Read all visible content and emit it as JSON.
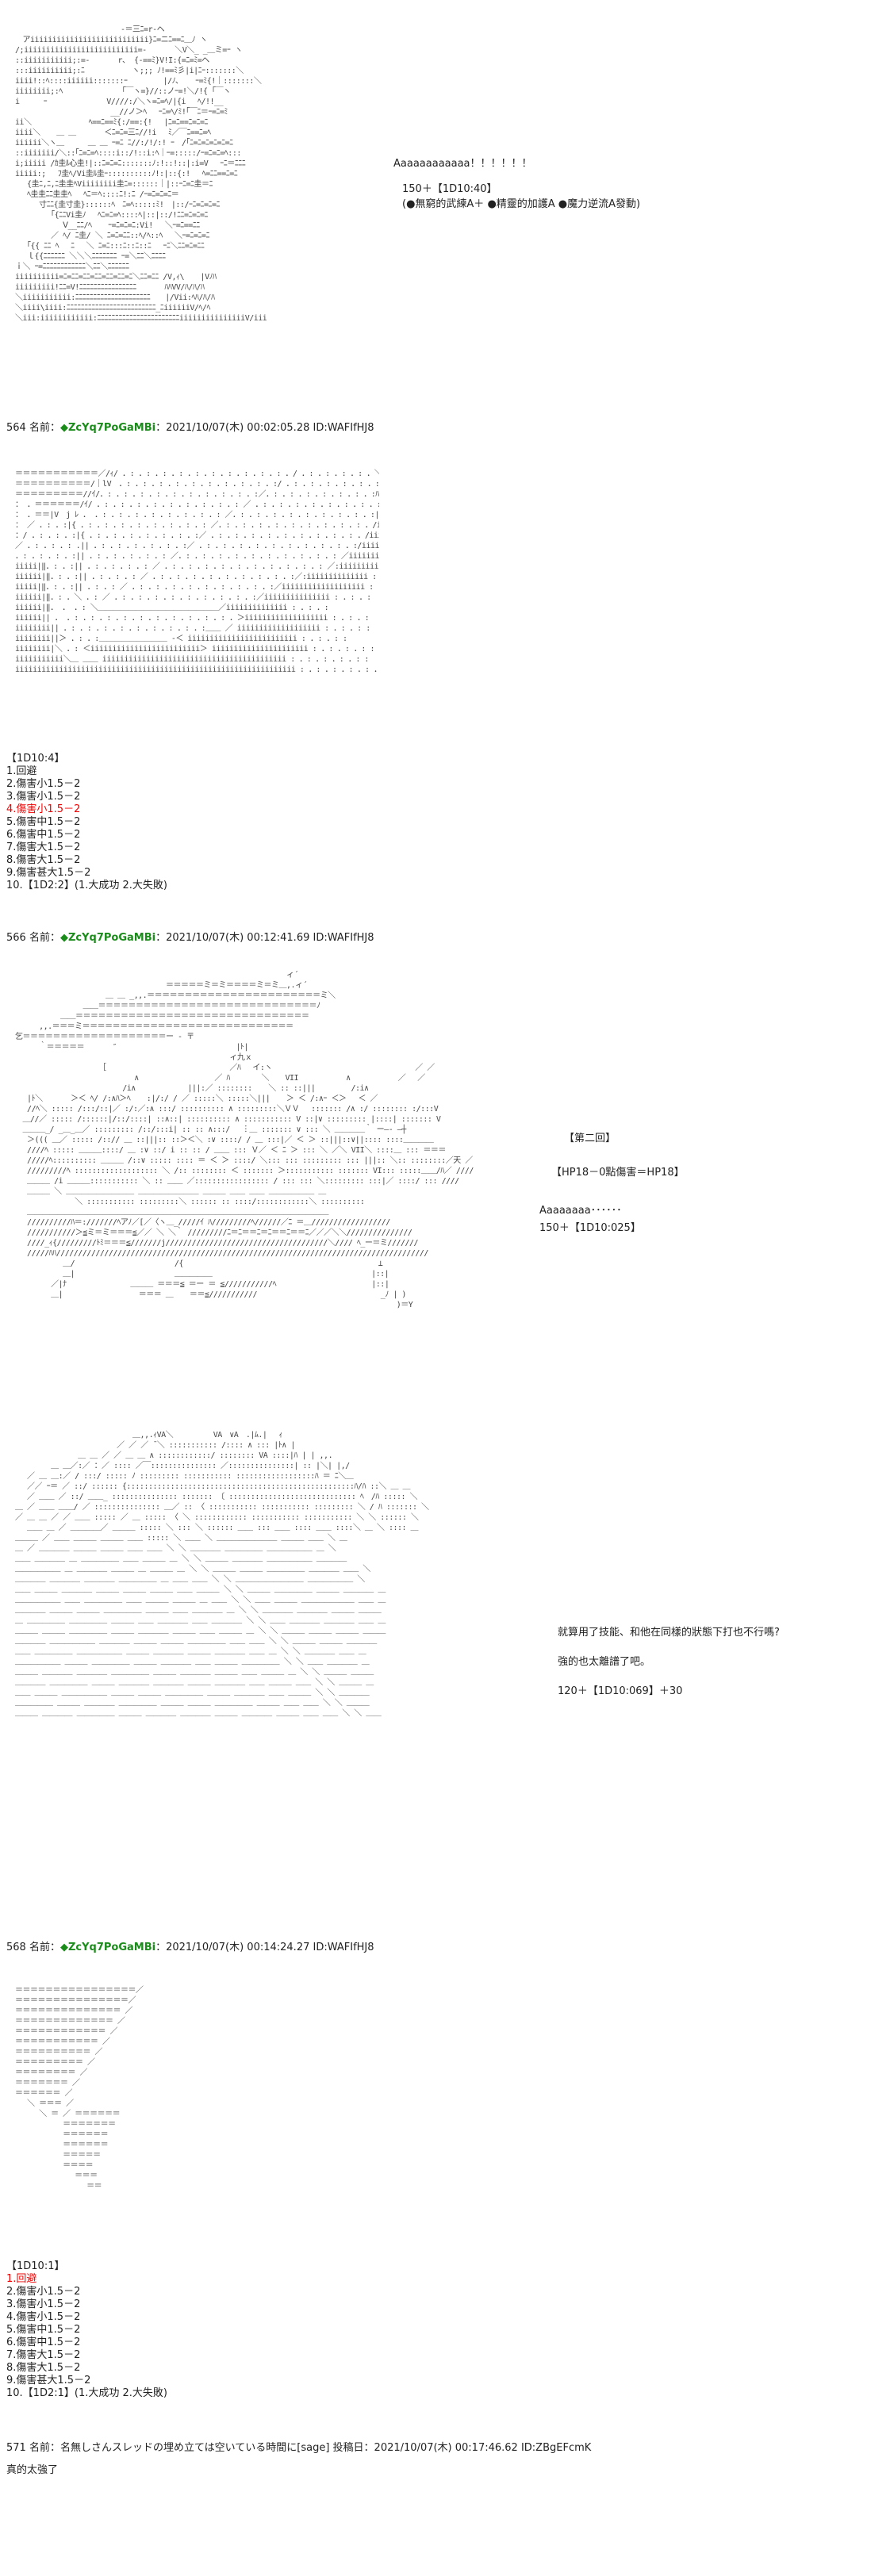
{
  "section1": {
    "lines": [
      "Aaaaaaaaaaaa！！！！！！",
      "150＋【1D10:40】",
      "(●無窮的武練A＋ ●精靈的加護A ●魔力逆流A發動)"
    ]
  },
  "post564": {
    "num": "564",
    "name_label": "名前：",
    "trip": "◆ZcYq7PoGaMBi",
    "date": "：2021/10/07(木) 00:02:05.28",
    "id": "ID:WAFIfHJ8"
  },
  "dice1": {
    "title": "【1D10:4】",
    "items": [
      "1.回避",
      "2.傷害小1.5－2",
      "3.傷害小1.5－2",
      "4.傷害小1.5－2",
      "5.傷害中1.5－2",
      "6.傷害中1.5－2",
      "7.傷害大1.5－2",
      "8.傷害大1.5－2",
      "9.傷害甚大1.5－2",
      "10.【1D2:2】(1.大成功 2.大失敗)"
    ],
    "highlight_index": 3
  },
  "post566": {
    "num": "566",
    "name_label": "名前：",
    "trip": "◆ZcYq7PoGaMBi",
    "date": "：2021/10/07(木) 00:12:41.69",
    "id": "ID:WAFIfHJ8"
  },
  "section2": {
    "lines": [
      "【第二回】",
      "【HP18－0點傷害＝HP18】",
      "Aaaaaaaa･･････",
      "150＋【1D10:025】"
    ]
  },
  "section3": {
    "lines": [
      "就算用了技能、和他在同樣的狀態下打也不行嗎?",
      "強的也太離譜了吧。",
      "120＋【1D10:069】＋30"
    ]
  },
  "post568": {
    "num": "568",
    "name_label": "名前：",
    "trip": "◆ZcYq7PoGaMBi",
    "date": "：2021/10/07(木) 00:14:24.27",
    "id": "ID:WAFIfHJ8"
  },
  "dice2": {
    "title": "【1D10:1】",
    "items": [
      "1.回避",
      "2.傷害小1.5－2",
      "3.傷害小1.5－2",
      "4.傷害小1.5－2",
      "5.傷害中1.5－2",
      "6.傷害中1.5－2",
      "7.傷害大1.5－2",
      "8.傷害大1.5－2",
      "9.傷害甚大1.5－2",
      "10.【1D2:1】(1.大成功 2.大失敗)"
    ],
    "highlight_index": 0
  },
  "post571": {
    "header": "571 名前：名無しさんスレッドの埋め立ては空いている時間に[sage] 投稿日：2021/10/07(木) 00:17:46.62 ID:ZBgEFcmK",
    "body": "真的太強了"
  },
  "colors": {
    "trip": "#1a8c1a",
    "highlight": "#e00000",
    "ascii": "#444444"
  }
}
